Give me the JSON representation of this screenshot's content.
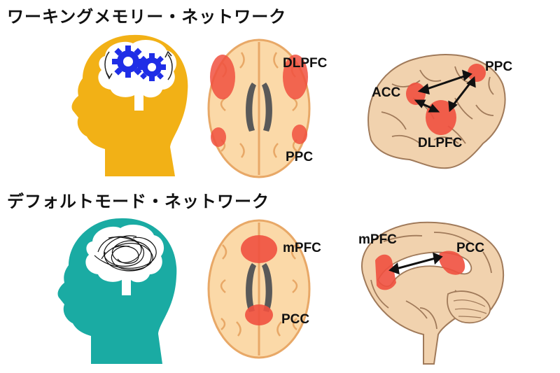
{
  "sections": {
    "working_memory": {
      "title": "ワーキングメモリー・ネットワーク",
      "axial_labels": [
        "DLPFC",
        "PPC"
      ],
      "lateral_labels": {
        "ppc": "PPC",
        "acc": "ACC",
        "dlpfc": "DLPFC"
      }
    },
    "default_mode": {
      "title": "デフォルトモード・ネットワーク",
      "axial_labels": [
        "mPFC",
        "PCC"
      ],
      "medial_labels": {
        "mpfc": "mPFC",
        "pcc": "PCC"
      }
    }
  },
  "colors": {
    "head_top": "#f2b116",
    "head_bottom": "#1aaba3",
    "gear": "#1f2ee6",
    "brain": "#fbd9a8",
    "brain_outline": "#e8a867",
    "lateral_brain": "#f1d2ae",
    "region": "#f0503f",
    "ventricle": "#595959"
  },
  "icons": {
    "top_head": "head-with-gears-icon",
    "bottom_head": "head-with-tangled-thoughts-icon"
  }
}
